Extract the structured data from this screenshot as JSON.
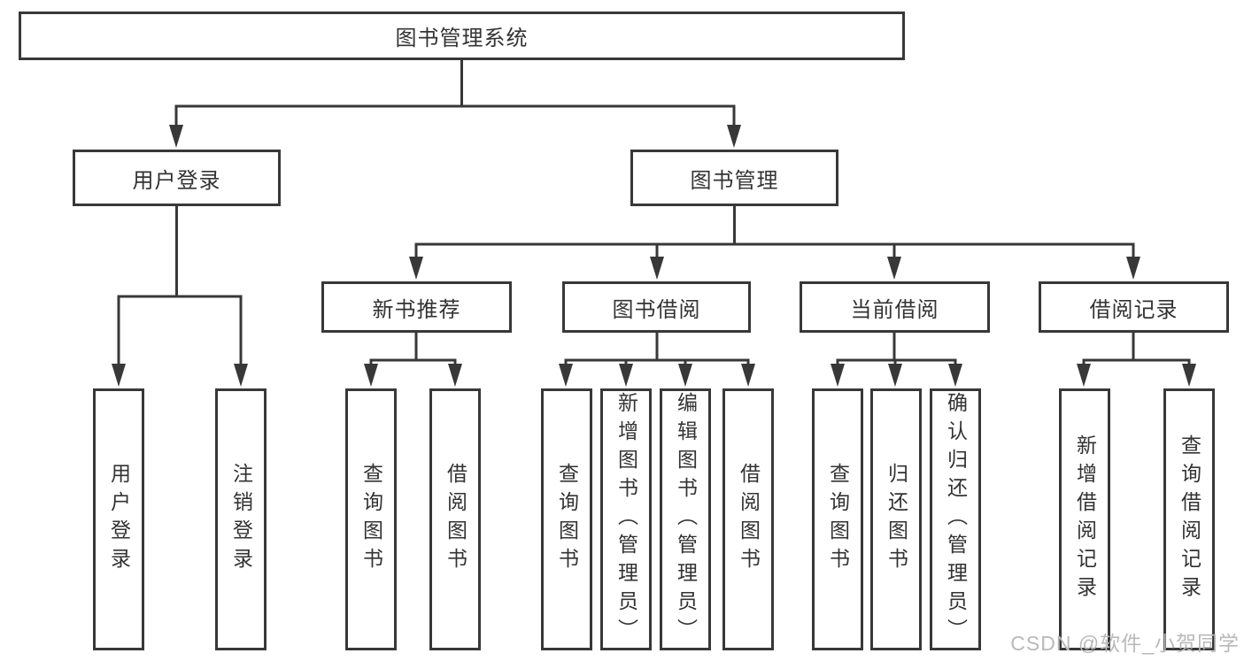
{
  "tree": {
    "root": "图书管理系统",
    "children": [
      {
        "label": "用户登录",
        "children": [
          "用户登录",
          "注销登录"
        ]
      },
      {
        "label": "图书管理",
        "children": [
          {
            "label": "新书推荐",
            "children": [
              "查询图书",
              "借阅图书"
            ]
          },
          {
            "label": "图书借阅",
            "children": [
              "查询图书",
              "新增图书（管理员）",
              "编辑图书（管理员）",
              "借阅图书"
            ]
          },
          {
            "label": "当前借阅",
            "children": [
              "查询图书",
              "归还图书",
              "确认归还（管理员）"
            ]
          },
          {
            "label": "借阅记录",
            "children": [
              "新增借阅记录",
              "查询借阅记录"
            ]
          }
        ]
      }
    ]
  },
  "watermark": {
    "text": "CSDN @软件_小贺同学"
  },
  "colors": {
    "line": "#383838",
    "text": "#333333",
    "watermark": "#b9b9b9",
    "background": "#ffffff"
  }
}
